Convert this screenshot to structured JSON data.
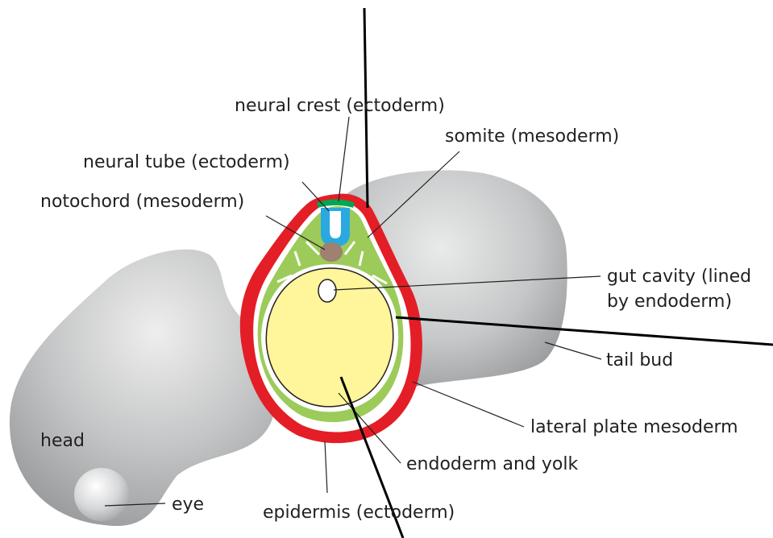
{
  "labels": {
    "neural_crest": "neural crest (ectoderm)",
    "somite": "somite (mesoderm)",
    "neural_tube": "neural tube (ectoderm)",
    "notochord": "notochord (mesoderm)",
    "gut_cavity_line1": "gut cavity (lined",
    "gut_cavity_line2": "by endoderm)",
    "tail_bud": "tail bud",
    "lateral_plate": "lateral plate mesoderm",
    "endoderm_yolk": "endoderm and yolk",
    "epidermis": "epidermis (ectoderm)",
    "head": "head",
    "eye": "eye"
  },
  "colors": {
    "epidermis": "#e41e26",
    "mesoderm": "#9ccb5a",
    "yolk": "#fff59a",
    "neural_tube": "#2aa8e0",
    "neural_crest": "#00a651",
    "notochord": "#a08070",
    "body_gray": "#b5b7b8",
    "text": "#231f20"
  }
}
